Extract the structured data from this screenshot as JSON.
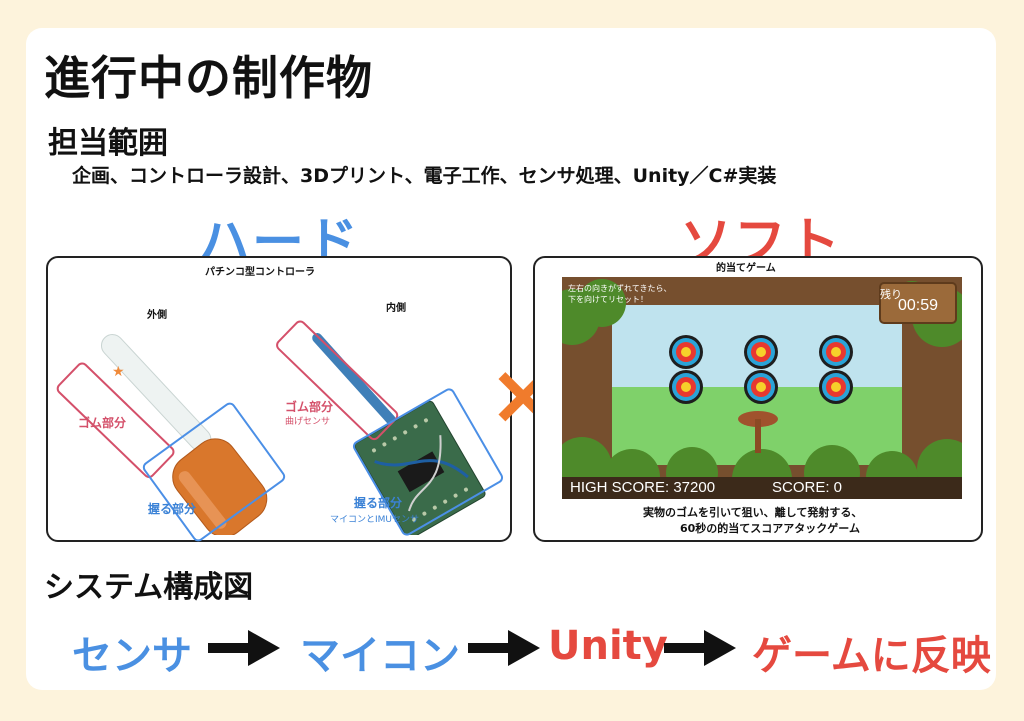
{
  "title": "進行中の制作物",
  "roles": {
    "heading": "担当範囲",
    "list": "企画、コントローラ設計、3Dプリント、電子工作、センサ処理、Unity／C#実装"
  },
  "hard": {
    "label": "ハード",
    "panel_title": "パチンコ型コントローラ",
    "outer_label": "外側",
    "inner_label": "内側",
    "outer_rubber": "ゴム部分",
    "outer_grip": "握る部分",
    "inner_rubber": "ゴム部分",
    "inner_rubber_sub": "曲げセンサ",
    "inner_grip": "握る部分",
    "inner_grip_sub": "マイコンとIMUセンサ"
  },
  "times_symbol": "×",
  "soft": {
    "label": "ソフト",
    "panel_title": "的当てゲーム",
    "hint_line1": "左右の向きがずれてきたら、",
    "hint_line2": "下を向けてリセット！",
    "timer_label": "残り",
    "timer_value": "00:59",
    "high_score": "HIGH SCORE: 37200",
    "score": "SCORE: 0",
    "caption_line1": "実物のゴムを引いて狙い、離して発射する、",
    "caption_line2": "60秒の的当てスコアアタックゲーム"
  },
  "system": {
    "heading": "システム構成図",
    "flow": [
      "センサ",
      "マイコン",
      "Unity",
      "ゲームに反映"
    ],
    "colors": {
      "blue": "#4a90e2",
      "red": "#e5493f"
    }
  }
}
